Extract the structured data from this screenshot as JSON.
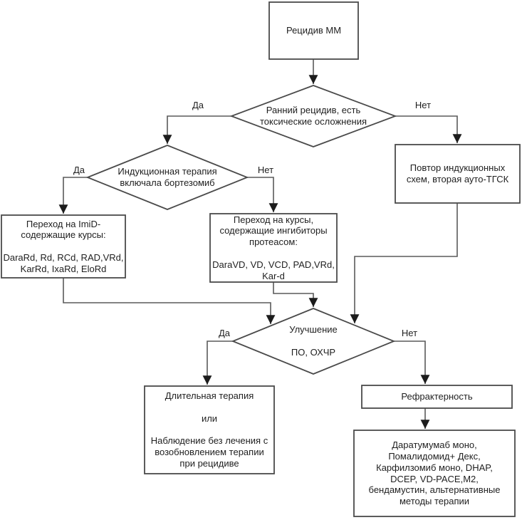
{
  "diagram": {
    "type": "flowchart",
    "language": "ru",
    "topic": "Relapsed multiple myeloma treatment algorithm"
  },
  "nodes": {
    "relapse": {
      "shape": "rectangle",
      "lines": [
        "Рецидив ММ"
      ]
    },
    "early_relapse": {
      "shape": "diamond",
      "lines": [
        "Ранний рецидив, есть",
        "токсические осложнения"
      ]
    },
    "induction_bortezomib": {
      "shape": "diamond",
      "lines": [
        "Индукционная терапия",
        "включала бортезомиб"
      ]
    },
    "repeat_induction": {
      "shape": "rectangle",
      "lines": [
        "Повтор индукционных",
        "схем, вторая ауто-ТГСК"
      ]
    },
    "imid_courses": {
      "shape": "rectangle",
      "lines": [
        "Переход на ImiD-",
        "содержащие курсы:",
        "",
        "DaraRd, Rd, RCd, RAD,VRd,",
        "KarRd, IxaRd, EloRd"
      ]
    },
    "proteasome_courses": {
      "shape": "rectangle",
      "lines": [
        "Переход на курсы,",
        "содержащие ингибиторы",
        "протеасом:",
        "",
        "DaraVD, VD, VCD, PAD,VRd,",
        "Kar-d"
      ]
    },
    "improvement": {
      "shape": "diamond",
      "lines": [
        "Улучшение",
        "",
        "ПО, ОХЧР"
      ]
    },
    "long_term": {
      "shape": "rectangle",
      "lines": [
        "Длительная терапия",
        "",
        "или",
        "",
        "Наблюдение без лечения с",
        "возобновлением терапии",
        "при рецидиве"
      ]
    },
    "refractory": {
      "shape": "rectangle",
      "lines": [
        "Рефрактерность"
      ]
    },
    "alternatives": {
      "shape": "rectangle",
      "lines": [
        "Даратумумаб моно,",
        "Помалидомид+ Декс,",
        "Карфилзомиб моно, DHAP,",
        "DCEP, VD-PACE,M2,",
        "бендамустин, альтернативные",
        "методы терапии"
      ]
    }
  },
  "edge_labels": {
    "early_yes": "Да",
    "early_no": "Нет",
    "induction_yes": "Да",
    "induction_no": "Нет",
    "improvement_yes": "Да",
    "improvement_no": "Нет"
  },
  "colors": {
    "background": "#ffffff",
    "border": "#4a4a4a",
    "line": "#5a5a5a",
    "arrow": "#1c1c1c",
    "text": "#1f1f1f"
  }
}
